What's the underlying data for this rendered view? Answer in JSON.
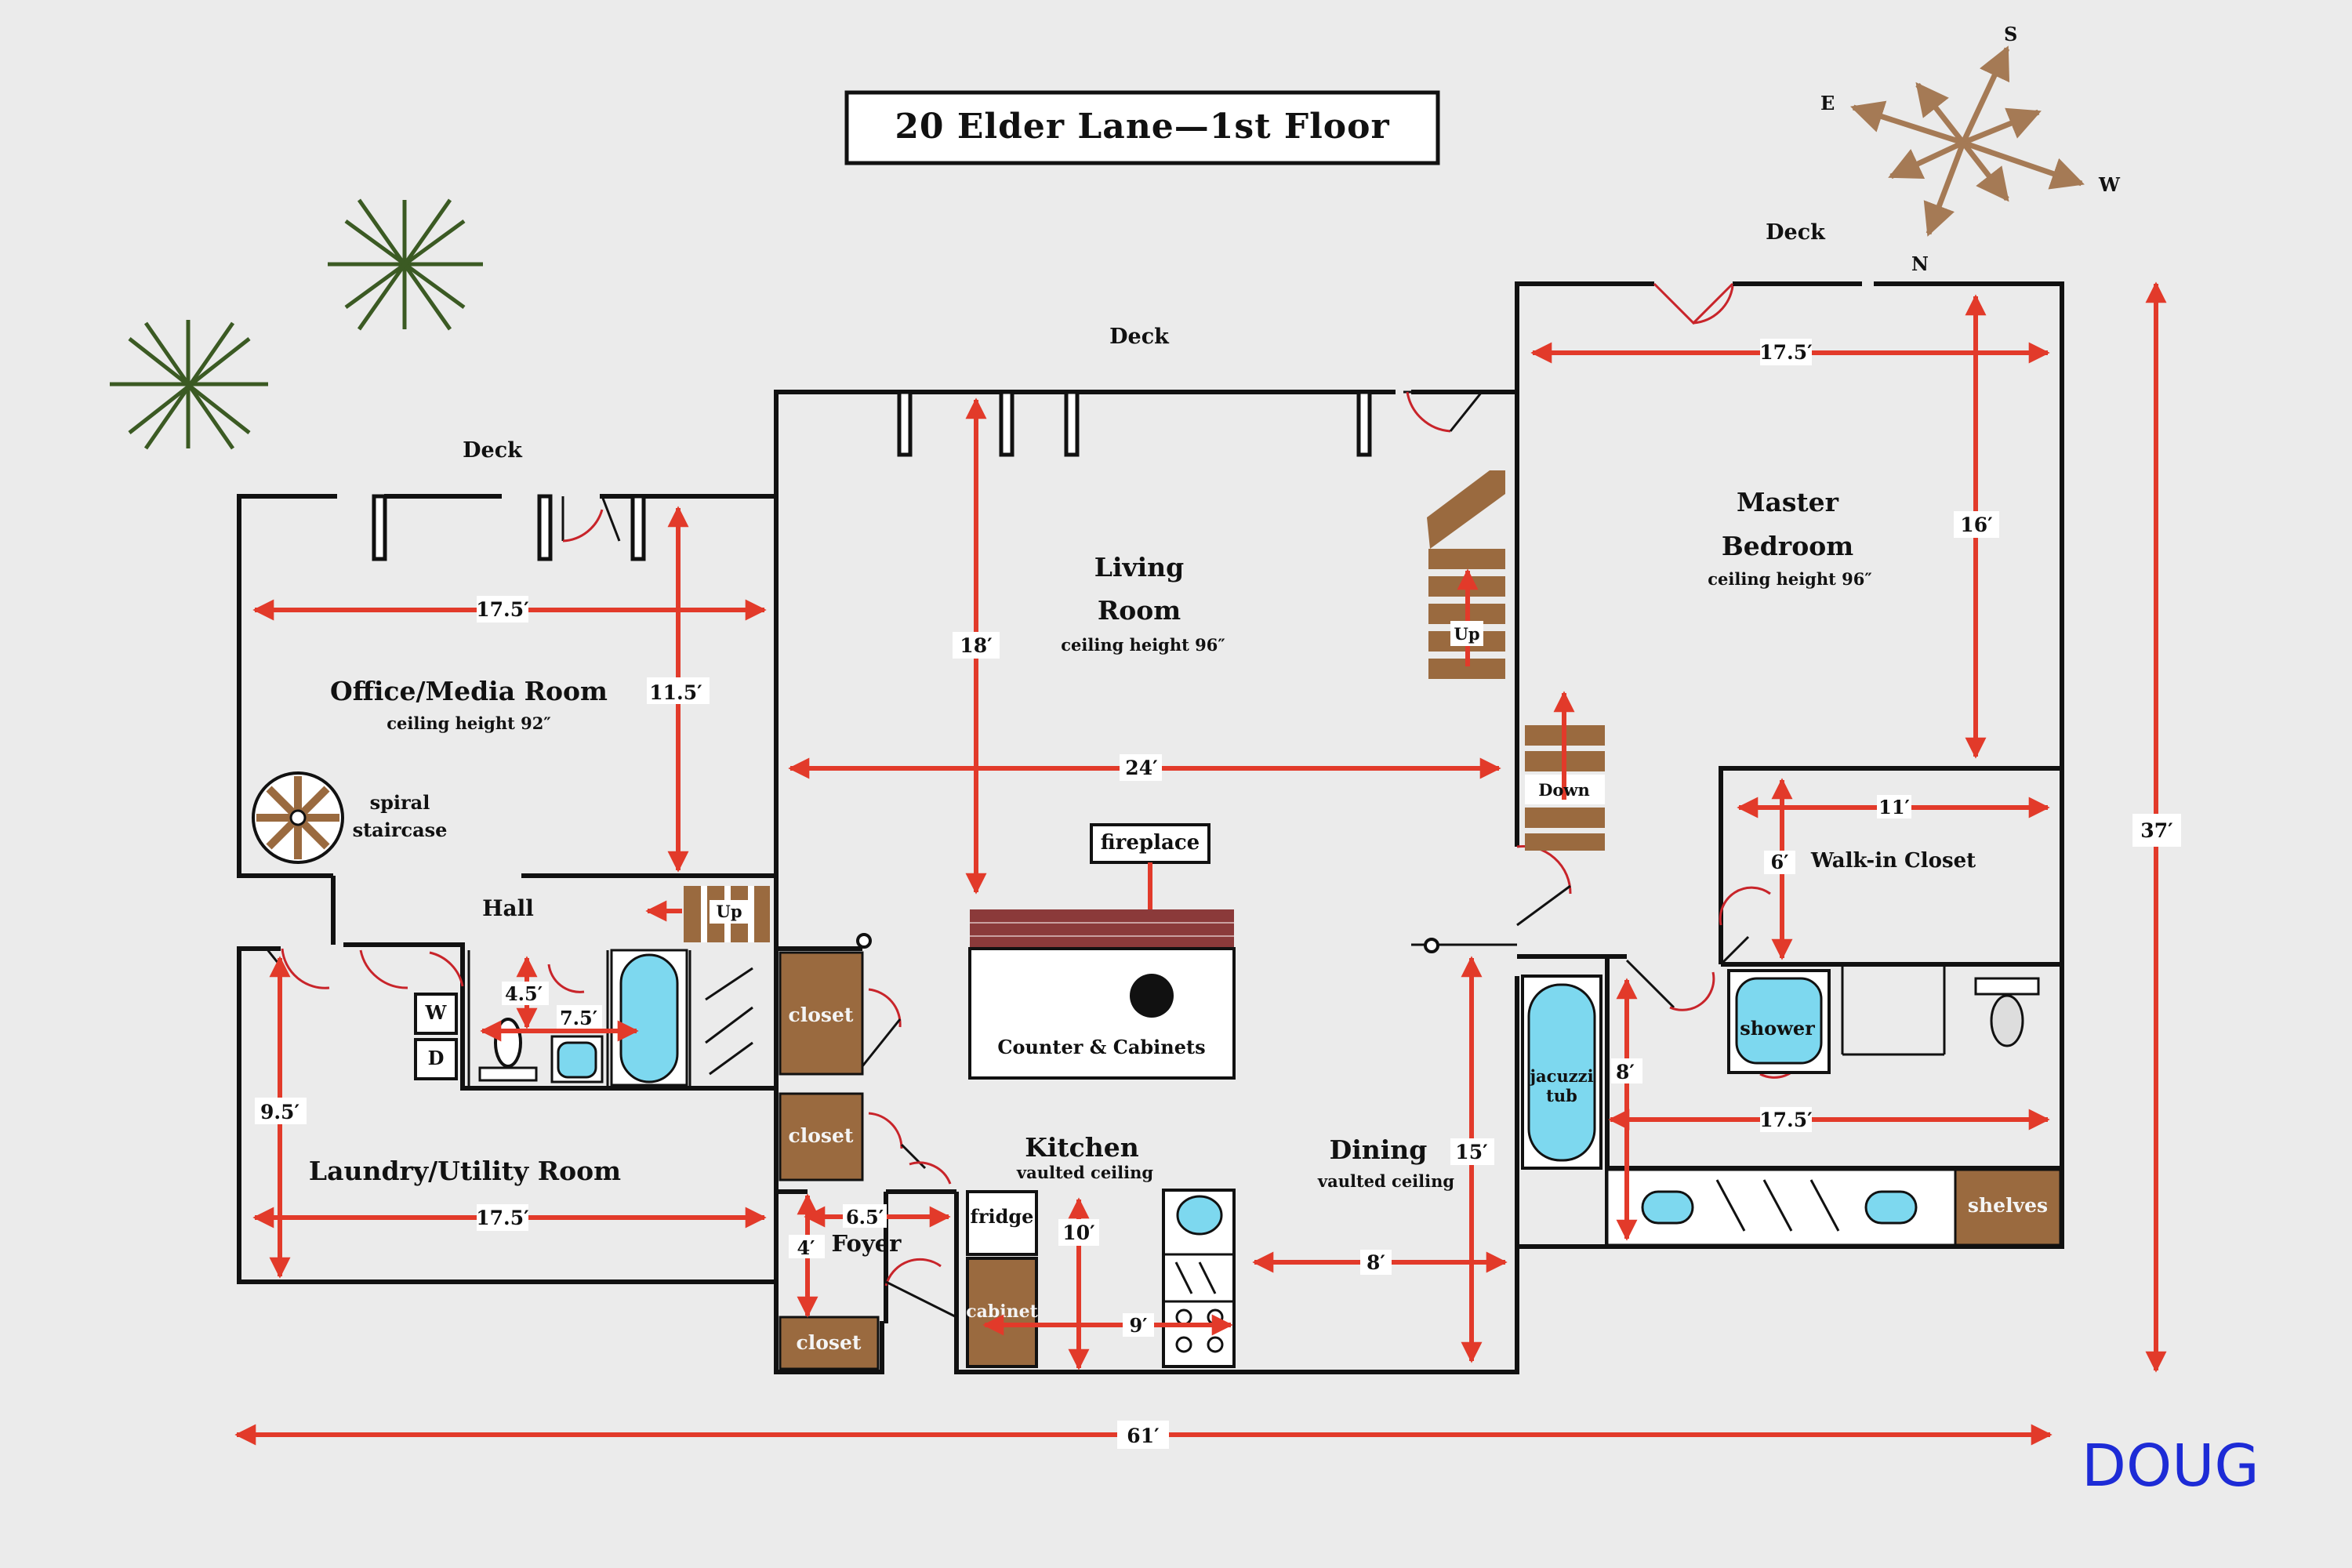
{
  "title": "20 Elder Lane—1st Floor",
  "signature": "DOUG",
  "compass": {
    "s": "S",
    "e": "E",
    "w": "W",
    "n": "N"
  },
  "decks": {
    "office": "Deck",
    "living": "Deck",
    "master": "Deck"
  },
  "rooms": {
    "office": {
      "name": "Office/Media Room",
      "ceiling": "ceiling height 92″",
      "width": "17.5′",
      "depth": "11.5′"
    },
    "spiral": {
      "line1": "spiral",
      "line2": "staircase"
    },
    "hall": {
      "name": "Hall"
    },
    "laundry": {
      "name": "Laundry/Utility Room",
      "width": "17.5′",
      "depth": "9.5′"
    },
    "bath1": {
      "width": "7.5′",
      "depth": "4.5′",
      "washer": "W",
      "dryer": "D"
    },
    "living": {
      "line1": "Living",
      "line2": "Room",
      "ceiling": "ceiling height 96″",
      "width": "24′",
      "depth": "18′"
    },
    "kitchen": {
      "name": "Kitchen",
      "ceiling": "vaulted ceiling",
      "width": "9′",
      "depth": "10′",
      "fireplace": "fireplace",
      "counter": "Counter & Cabinets",
      "fridge": "fridge",
      "cabinet": "cabinet"
    },
    "dining": {
      "name": "Dining",
      "ceiling": "vaulted ceiling",
      "width": "8′",
      "depth": "15′"
    },
    "foyer": {
      "name": "Foyer",
      "width": "6.5′",
      "depth": "4′"
    },
    "closets": {
      "c1": "closet",
      "c2": "closet",
      "c3": "closet"
    },
    "stairs": {
      "up1": "Up",
      "up2": "Up",
      "down": "Down"
    },
    "master": {
      "line1": "Master",
      "line2": "Bedroom",
      "ceiling": "ceiling height 96″",
      "width": "17.5′",
      "depth": "16′"
    },
    "walkin": {
      "name": "Walk-in Closet",
      "width": "11′",
      "depth": "6′"
    },
    "masterbath": {
      "jacuzzi1": "jacuzzi",
      "jacuzzi2": "tub",
      "shower": "shower",
      "shelves": "shelves",
      "width": "17.5′",
      "depth": "8′"
    }
  },
  "overall": {
    "width": "61′",
    "depth": "37′"
  },
  "colors": {
    "dimension": "#e23a2a",
    "wood": "#9a6a3f",
    "brick": "#8b3a3a",
    "fixture": "#7dd8ef",
    "tree": "#3b5a23",
    "compass": "#a57a55",
    "signature": "#1d2bd6"
  }
}
